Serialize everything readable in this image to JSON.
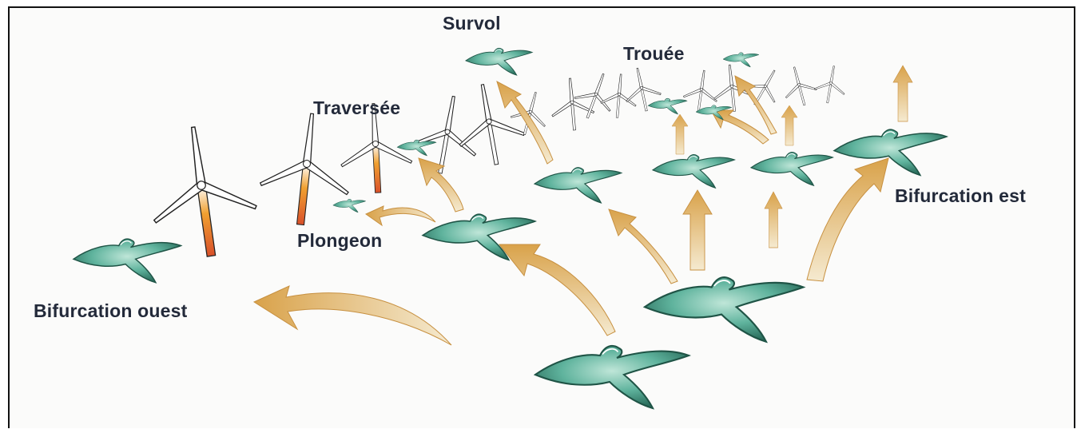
{
  "labels": {
    "survol": "Survol",
    "trouee": "Trouée",
    "traversee": "Traversée",
    "plongeon": "Plongeon",
    "bifurcation_ouest": "Bifurcation ouest",
    "bifurcation_est": "Bifurcation est"
  },
  "colors": {
    "bird_body": "#3f9a85",
    "bird_light": "#a9d9c9",
    "arrow_light": "#f3e6c4",
    "arrow_dark": "#d9a24a",
    "tower_red": "#d9502a",
    "tower_orange": "#f0a030",
    "label": "#232a3a"
  }
}
